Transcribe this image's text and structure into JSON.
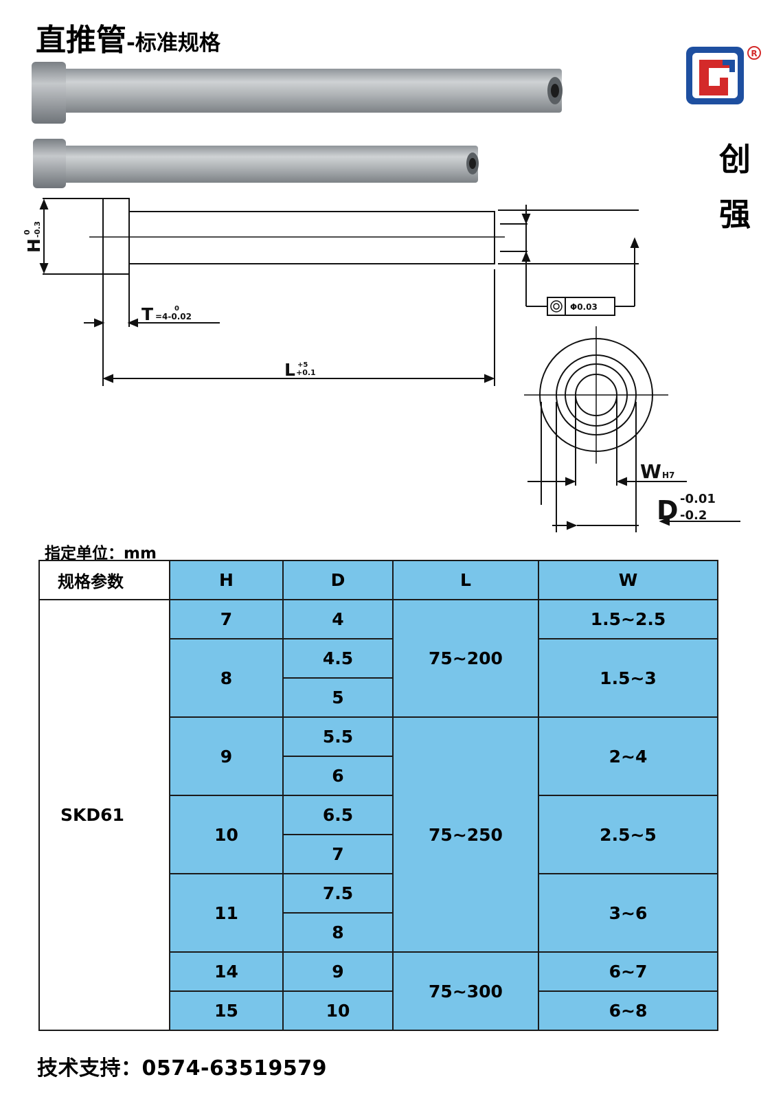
{
  "title": {
    "main": "直推管",
    "sub": "-标准规格"
  },
  "brand": {
    "chars": [
      "创",
      "强"
    ],
    "registered": "R"
  },
  "drawing": {
    "h_label": "H",
    "h_upper": "0",
    "h_lower": "-0.3",
    "t_label": "T",
    "t_eq": "=4-0.02",
    "t_upper": "0",
    "l_label": "L",
    "l_upper": "+5",
    "l_lower": "+0.1",
    "tolerance": "Φ0.03",
    "w_label": "W",
    "w_sub": "H7",
    "d_label": "D",
    "d_upper": "-0.01",
    "d_lower": "-0.2"
  },
  "unit_label": "指定单位：mm",
  "table": {
    "header": {
      "label": "规格参数",
      "cols": [
        "H",
        "D",
        "L",
        "W"
      ]
    },
    "material": "SKD61",
    "cells": {
      "h": [
        "7",
        "8",
        "9",
        "10",
        "11",
        "14",
        "15"
      ],
      "d": [
        "4",
        "4.5",
        "5",
        "5.5",
        "6",
        "6.5",
        "7",
        "7.5",
        "8",
        "9",
        "10"
      ],
      "l": [
        "75~200",
        "75~250",
        "75~300"
      ],
      "w": [
        "1.5~2.5",
        "1.5~3",
        "2~4",
        "2.5~5",
        "3~6",
        "6~7",
        "6~8"
      ]
    }
  },
  "support": "技术支持：0574-63519579",
  "colors": {
    "table_fill": "#79c5ea",
    "logo_blue": "#1e4fa0",
    "logo_red": "#d42a2a"
  }
}
